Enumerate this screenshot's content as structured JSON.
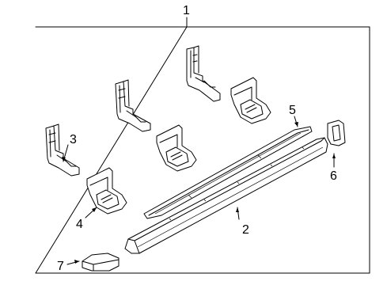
{
  "diagram": {
    "callouts": [
      {
        "id": "assembly",
        "label": "1"
      },
      {
        "id": "step-bar",
        "label": "2"
      },
      {
        "id": "rear-mount-bracket",
        "label": "3"
      },
      {
        "id": "front-support-bracket",
        "label": "4"
      },
      {
        "id": "step-pad",
        "label": "5"
      },
      {
        "id": "end-cap",
        "label": "6"
      },
      {
        "id": "hardware-cap",
        "label": "7"
      }
    ]
  }
}
